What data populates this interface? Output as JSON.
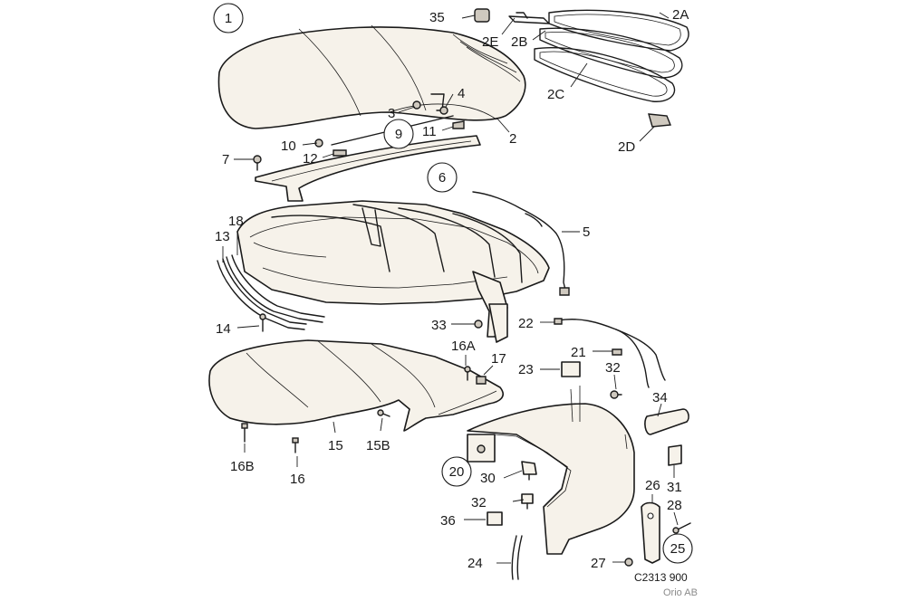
{
  "callouts": {
    "c1": "1",
    "c35": "35",
    "c2E": "2E",
    "c2B": "2B",
    "c2A": "2A",
    "c2C": "2C",
    "c2D": "2D",
    "c2": "2",
    "c3": "3",
    "c4": "4",
    "c9": "9",
    "c11": "11",
    "c10": "10",
    "c12": "12",
    "c7": "7",
    "c6": "6",
    "c5": "5",
    "c18": "18",
    "c13": "13",
    "c14": "14",
    "c33": "33",
    "c22": "22",
    "c16A": "16A",
    "c17": "17",
    "c21": "21",
    "c23": "23",
    "c32a": "32",
    "c34": "34",
    "c16B": "16B",
    "c15": "15",
    "c15B": "15B",
    "c16": "16",
    "c20": "20",
    "c30": "30",
    "c31": "31",
    "c32b": "32",
    "c26": "26",
    "c28": "28",
    "c36": "36",
    "c25": "25",
    "c24": "24",
    "c27": "27"
  },
  "footer": {
    "drawing_number": "C2313 900",
    "publisher": "Orio AB"
  }
}
